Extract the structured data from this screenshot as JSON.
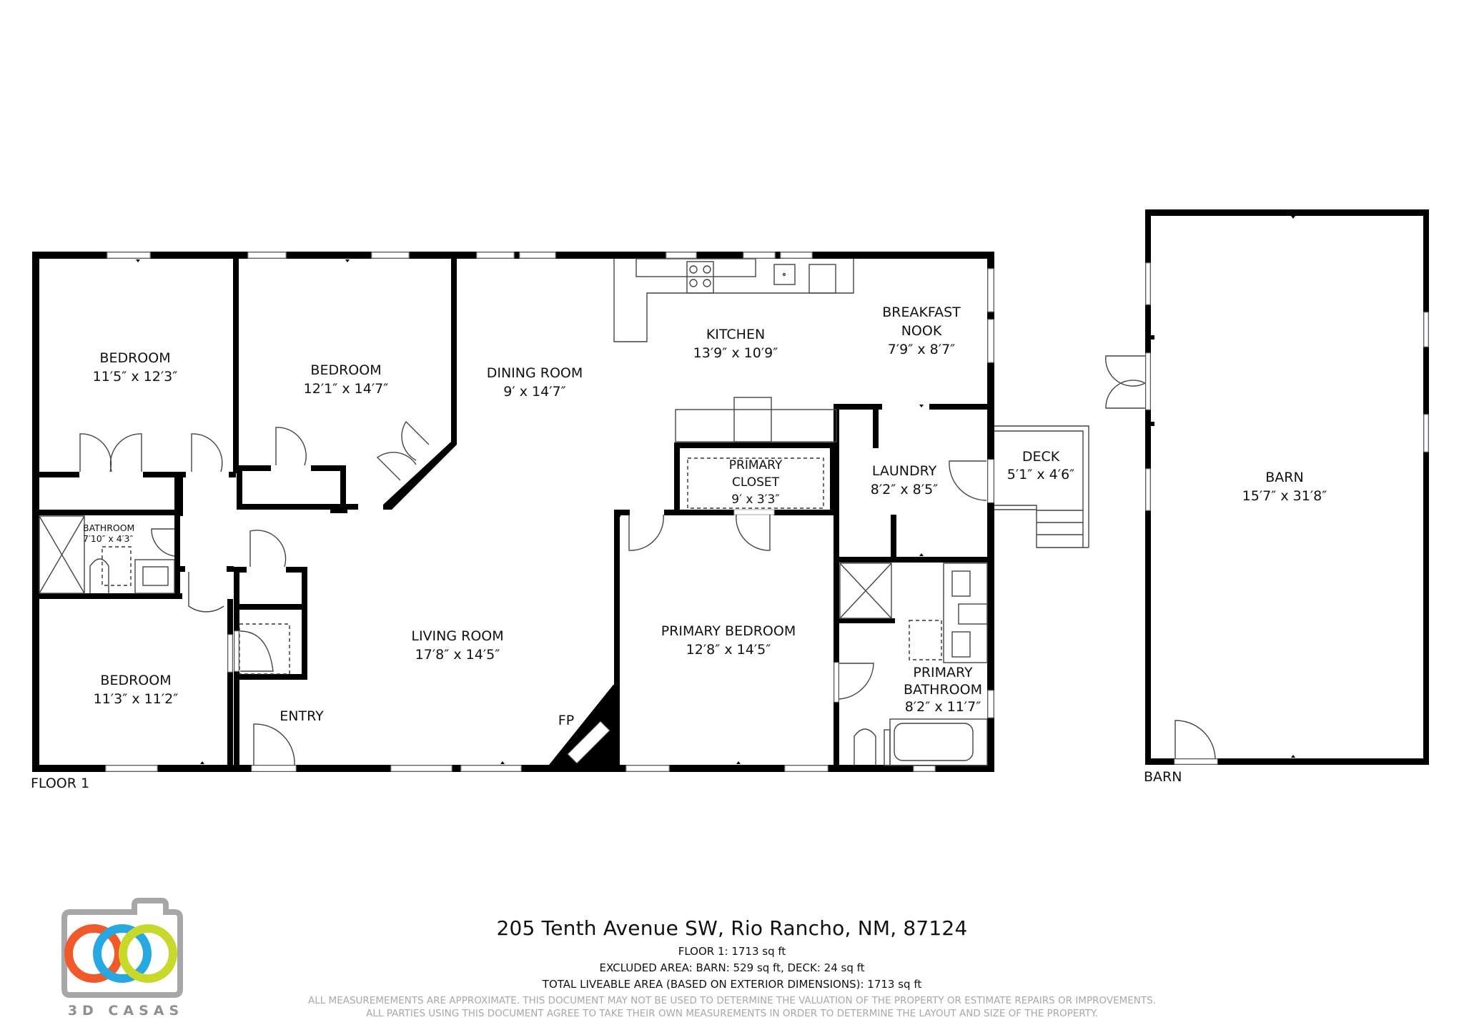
{
  "plan": {
    "floor_label": "FLOOR 1",
    "barn_label": "BARN",
    "rooms": [
      {
        "id": "bedroom-1",
        "name": "BEDROOM",
        "dims": "11′5″ x 12′3″"
      },
      {
        "id": "bedroom-2",
        "name": "BEDROOM",
        "dims": "12′1″ x 14′7″"
      },
      {
        "id": "dining-room",
        "name": "DINING ROOM",
        "dims": "9′ x 14′7″"
      },
      {
        "id": "kitchen",
        "name": "KITCHEN",
        "dims": "13′9″ x 10′9″"
      },
      {
        "id": "breakfast-nook",
        "name_line1": "BREAKFAST",
        "name_line2": "NOOK",
        "dims": "7′9″ x 8′7″"
      },
      {
        "id": "primary-closet",
        "name_line1": "PRIMARY",
        "name_line2": "CLOSET",
        "dims": "9′ x 3′3″"
      },
      {
        "id": "laundry",
        "name": "LAUNDRY",
        "dims": "8′2″ x 8′5″"
      },
      {
        "id": "deck",
        "name": "DECK",
        "dims": "5′1″ x 4′6″"
      },
      {
        "id": "bathroom",
        "name": "BATHROOM",
        "dims": "7′10″ x 4′3″"
      },
      {
        "id": "living-room",
        "name": "LIVING ROOM",
        "dims": "17′8″ x 14′5″"
      },
      {
        "id": "primary-bedroom",
        "name": "PRIMARY BEDROOM",
        "dims": "12′8″ x 14′5″"
      },
      {
        "id": "primary-bathroom",
        "name_line1": "PRIMARY",
        "name_line2": "BATHROOM",
        "dims": "8′2″ x 11′7″"
      },
      {
        "id": "bedroom-3",
        "name": "BEDROOM",
        "dims": "11′3″ x 11′2″"
      },
      {
        "id": "entry",
        "name": "ENTRY"
      },
      {
        "id": "fireplace",
        "name": "FP"
      },
      {
        "id": "barn",
        "name": "BARN",
        "dims": "15′7″ x 31′8″"
      }
    ]
  },
  "footer": {
    "address": "205 Tenth Avenue SW, Rio Rancho, NM, 87124",
    "floor_area": "FLOOR 1: 1713 sq ft",
    "excluded_area": "EXCLUDED AREA: BARN: 529 sq ft, DECK: 24 sq ft",
    "total_area": "TOTAL LIVEABLE AREA (BASED ON EXTERIOR DIMENSIONS): 1713 sq ft",
    "disclaimer_1": "ALL MEASUREMEMENTS ARE APPROXIMATE. THIS DOCUMENT MAY NOT BE USED TO DETERMINE THE VALUATION OF THE PROPERTY OR ESTIMATE REPAIRS OR IMPROVEMENTS.",
    "disclaimer_2": "ALL PARTIES USING THIS DOCUMENT AGREE TO TAKE THEIR OWN MEASUREMENTS IN ORDER TO DETERMINE THE LAYOUT AND SIZE OF THE PROPERTY."
  },
  "logo": {
    "text": "3D CASAS",
    "colors": {
      "frame": "#a7a7aa",
      "ring_orange": "#f05a2a",
      "ring_blue": "#27a8e0",
      "ring_lime": "#c8d92b"
    }
  }
}
